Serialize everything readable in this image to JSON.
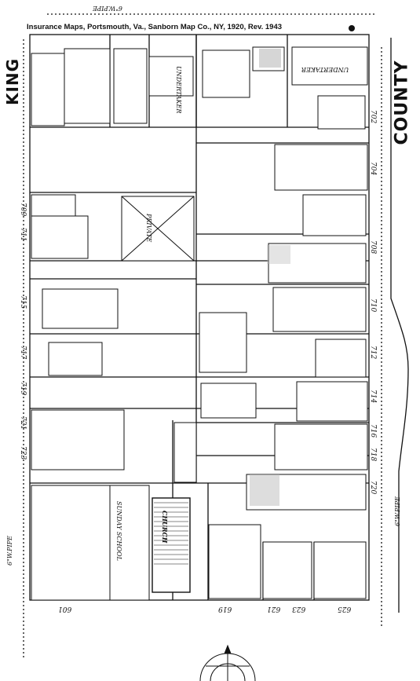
{
  "caption": "Insurance Maps, Portsmouth, Va., Sanborn Map Co., NY, 1920, Rev. 1943",
  "streets": {
    "west": "KING",
    "east": "COUNTY"
  },
  "labels": {
    "undertaker_top": "UNDERTAKER",
    "undertaker_right": "UNDERTAKER",
    "private": "PRIVATE",
    "sunday_school": "SUNDAY SCHOOL",
    "church": "CHURCH",
    "pipe_left": "6\"W.PIPE",
    "pipe_right": "6\"W.PIPE",
    "pipe_top": "6\"W.PIPE"
  },
  "addresses": {
    "king_side": [
      "709",
      "711",
      "715",
      "717",
      "719",
      "721",
      "723"
    ],
    "county_side": [
      "702",
      "704",
      "708",
      "710",
      "712",
      "714",
      "716",
      "718",
      "720"
    ],
    "bottom": [
      "601",
      "619",
      "621",
      "623",
      "625"
    ]
  },
  "icons": [
    "compass-rose-icon",
    "dot-marker-icon"
  ],
  "colors": {
    "ink": "#111111",
    "paper": "#ffffff"
  }
}
